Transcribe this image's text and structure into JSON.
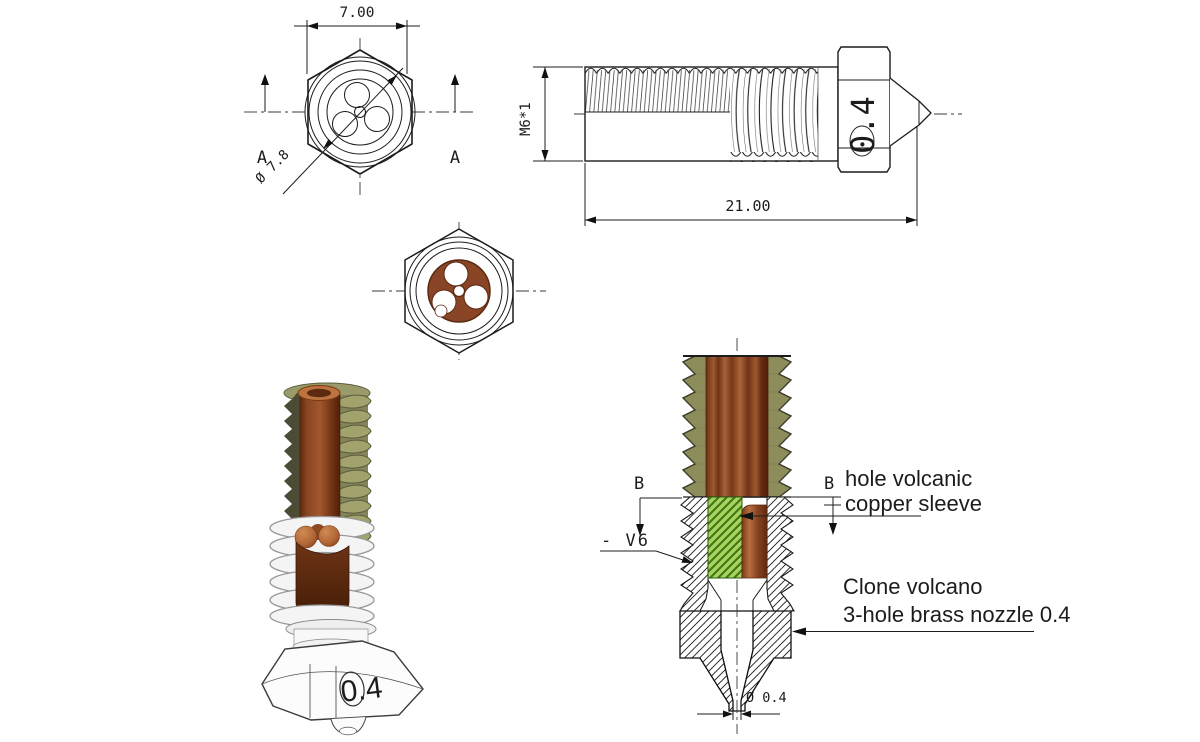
{
  "drawing": {
    "title": "Clone volcano 3-hole brass nozzle 0.4 engineering drawing",
    "top_view": {
      "width_dim": "7.00",
      "diameter_label": "Ø 7.8",
      "section_label_left": "A",
      "section_label_right": "A"
    },
    "side_view": {
      "thread_dim": "M6*1",
      "length_dim": "21.00",
      "hex_marking": "0.4"
    },
    "bottom_view": {},
    "render_view": {
      "hex_marking": "0.4"
    },
    "section_view": {
      "marker_left": "B",
      "marker_right": "B",
      "thread_note": "- V6",
      "callout_sleeve_line1": "hole volcanic",
      "callout_sleeve_line2": "copper sleeve",
      "callout_product_line1": "Clone volcano",
      "callout_product_line2": "3-hole brass nozzle 0.4",
      "orifice_dim": "Ø 0.4"
    },
    "colors": {
      "line": "#1c1c1c",
      "copper": "#a05a30",
      "copper_dark": "#5f2c14",
      "copper_bright": "#c0763c",
      "olive": "#8d8d5c",
      "olive_dark": "#4c4c36",
      "green_hatch_fill": "#a6d45c",
      "green_hatch_line": "#41761b",
      "background": "#ffffff"
    }
  }
}
